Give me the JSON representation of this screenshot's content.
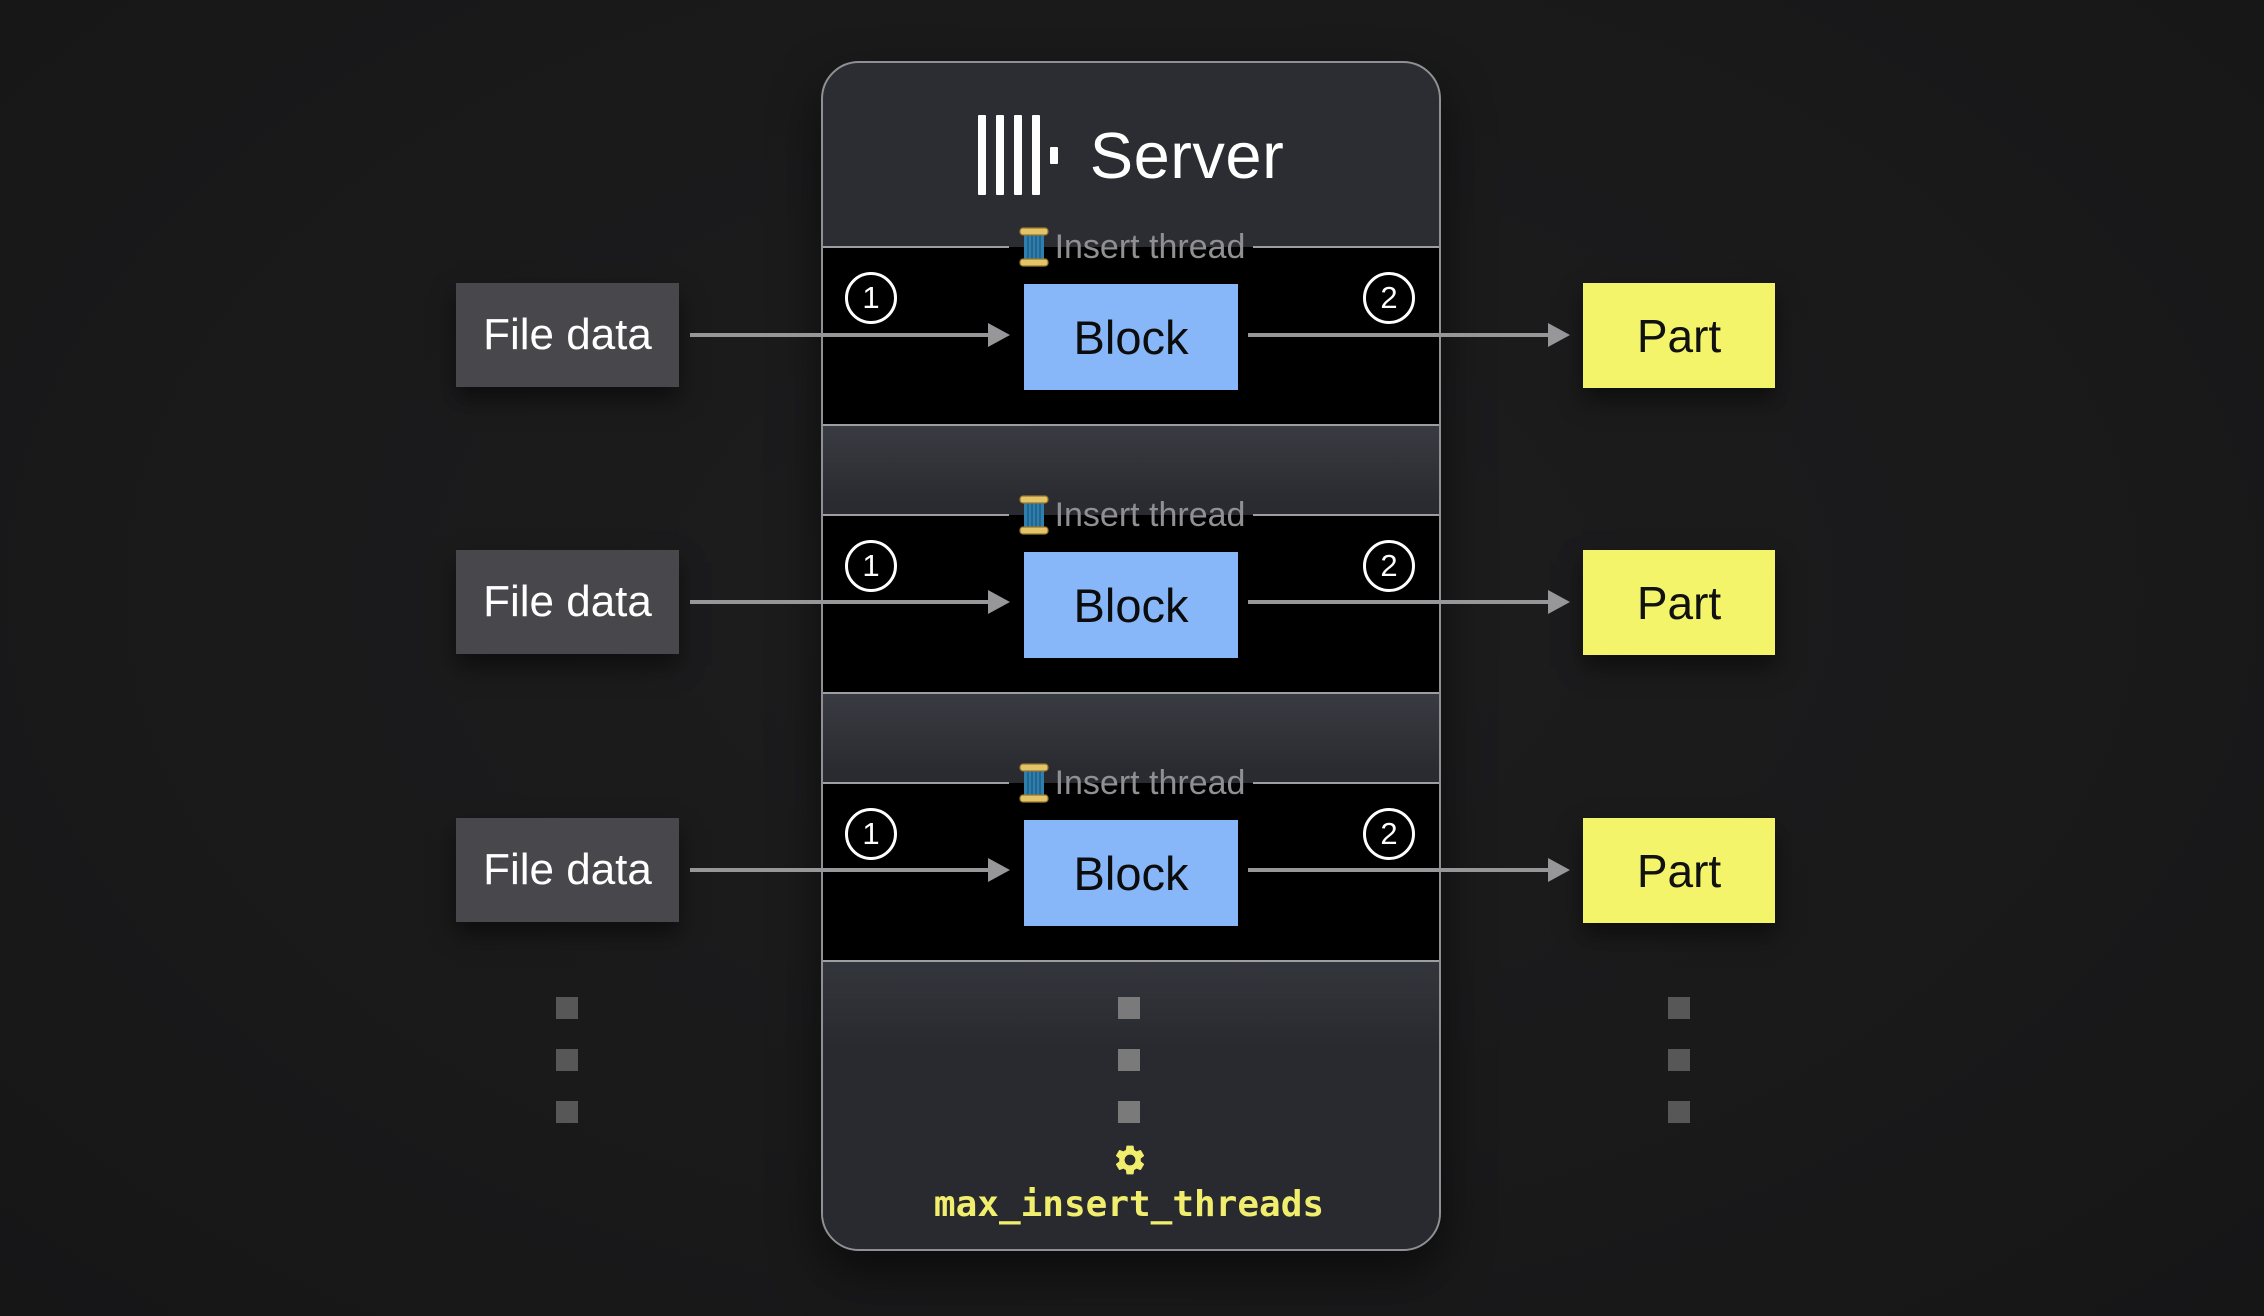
{
  "server": {
    "title": "Server",
    "logo_icon": "clickhouse-bars-logo"
  },
  "rows": [
    {
      "input": "File data",
      "legend": "Insert thread",
      "step_in": "1",
      "block": "Block",
      "step_out": "2",
      "output": "Part"
    },
    {
      "input": "File data",
      "legend": "Insert thread",
      "step_in": "1",
      "block": "Block",
      "step_out": "2",
      "output": "Part"
    },
    {
      "input": "File data",
      "legend": "Insert thread",
      "step_in": "1",
      "block": "Block",
      "step_out": "2",
      "output": "Part"
    }
  ],
  "continuation": {
    "columns": 3,
    "dots_per_column": 3
  },
  "settings": {
    "icon": "gear-icon",
    "label": "max_insert_threads"
  },
  "icons": {
    "thread": "thread-spool-icon",
    "gear": "gear-icon",
    "logo": "clickhouse-bars-logo"
  },
  "colors": {
    "background": "#1a1a1b",
    "panel": "#2b2d32",
    "panel_border": "#8e9094",
    "row_background": "#000000",
    "row_border": "#9c9ea1",
    "input_box": "#48474b",
    "block_box": "#87b7f8",
    "part_box": "#f4f46b",
    "arrow": "#97979a",
    "legend_text": "#909094",
    "accent_yellow": "#f1ee6e"
  }
}
